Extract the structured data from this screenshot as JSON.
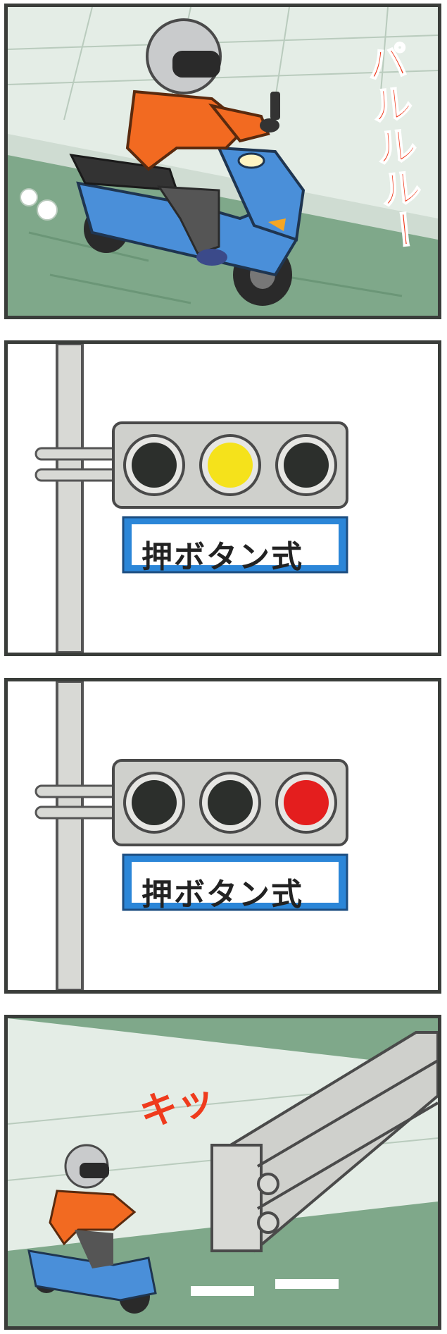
{
  "panels": [
    {
      "sfx": "パルルルー"
    },
    {
      "sign_text": "押ボタン式",
      "lit_lamp": "yellow"
    },
    {
      "sign_text": "押ボタン式",
      "lit_lamp": "red"
    },
    {
      "sfx": "キッ"
    }
  ],
  "colors": {
    "border": "#3a3d3a",
    "road_green": "#7fa88a",
    "sidewalk": "#e3ece5",
    "jacket": "#f26a21",
    "scooter": "#4a8fd9",
    "helmet": "#c9cbcc",
    "sign_blue": "#2b86d8",
    "lamp_yellow": "#f5e21b",
    "lamp_red": "#e41e1e",
    "housing": "#cfd0cc",
    "sfx_red": "#ef3b1d"
  }
}
